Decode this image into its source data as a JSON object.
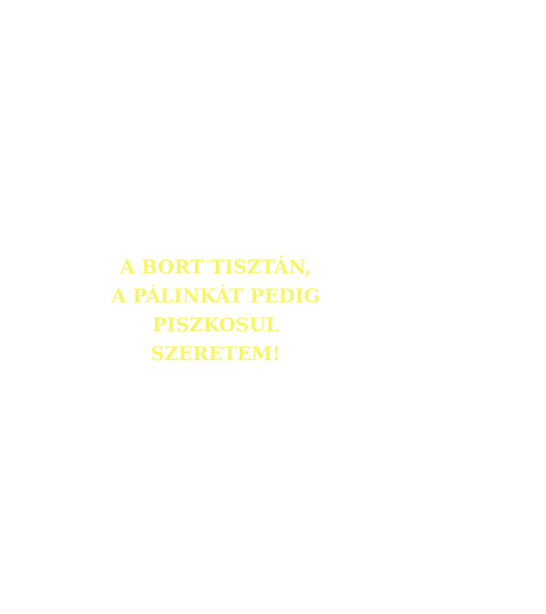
{
  "design": {
    "text_color": "#f7f56a",
    "background_color": "#ffffff",
    "lines": [
      "A BORT TISZTÁN,",
      "A PÁLINKÁT PEDIG",
      "PISZKOSUL",
      "SZERETEM!"
    ]
  }
}
